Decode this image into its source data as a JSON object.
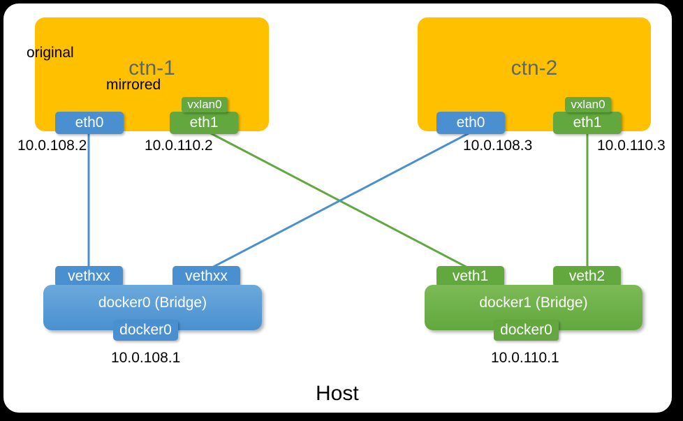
{
  "host": {
    "title": "Host"
  },
  "containers": [
    {
      "name": "ctn-1",
      "eth0": {
        "label": "eth0",
        "ip": "10.0.108.2"
      },
      "eth1": {
        "label": "eth1",
        "ip": "10.0.110.2",
        "overlay": "vxlan0"
      },
      "annotations": {
        "original": "original",
        "mirrored": "mirrored"
      }
    },
    {
      "name": "ctn-2",
      "eth0": {
        "label": "eth0",
        "ip": "10.0.108.3"
      },
      "eth1": {
        "label": "eth1",
        "ip": "10.0.110.3",
        "overlay": "vxlan0"
      }
    }
  ],
  "bridges": [
    {
      "title": "docker0 (Bridge)",
      "chip": "docker0",
      "ip": "10.0.108.1",
      "veths": [
        "vethxx",
        "vethxx"
      ]
    },
    {
      "title": "docker1 (Bridge)",
      "chip": "docker0",
      "ip": "10.0.110.1",
      "veths": [
        "veth1",
        "veth2"
      ]
    }
  ],
  "colors": {
    "container_fill": "#FFC000",
    "container_title": "#5B6770",
    "blue": "#4A90D0",
    "green": "#62A83F",
    "dashed_arrow": "#6AA84F",
    "host_bg": "#FFFFFF",
    "page_bg": "#000000"
  },
  "icons": {
    "mirror_arrow": "dashed-arrow-icon",
    "link_line_blue": "blue-link-line-icon",
    "link_line_green": "green-link-line-icon"
  }
}
